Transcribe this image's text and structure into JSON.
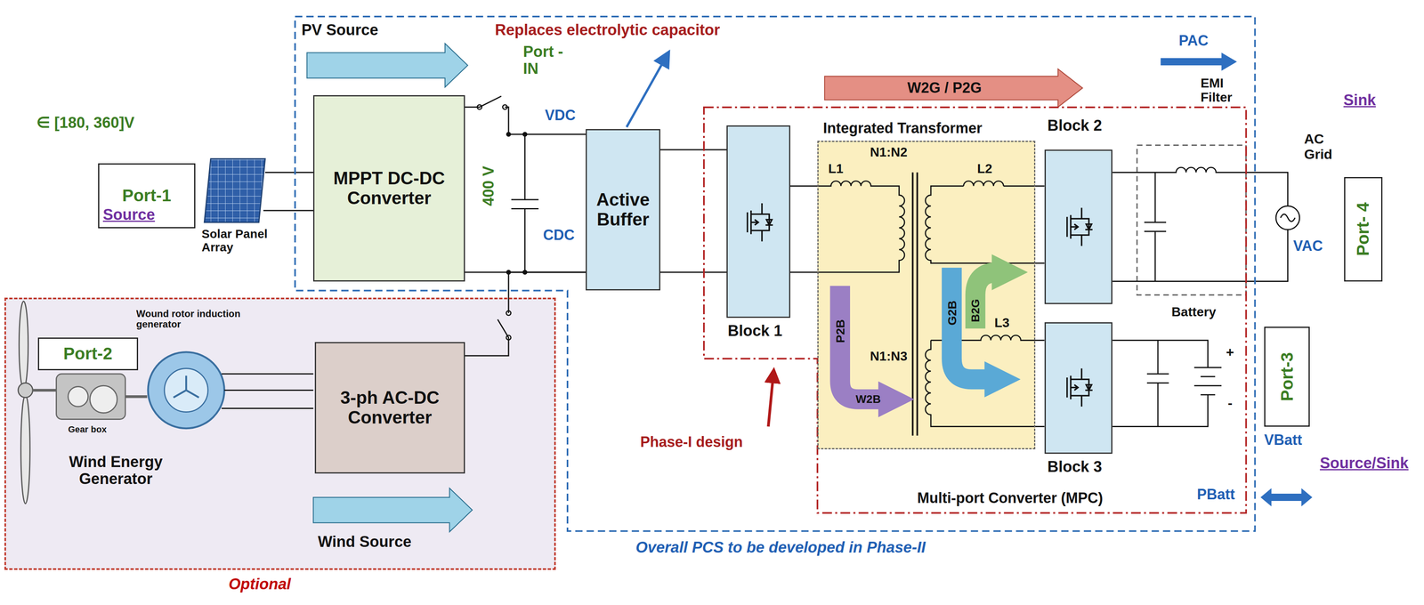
{
  "diagram": {
    "nodes": [
      {
        "text": [
          "Port-1",
          "Source"
        ]
      },
      {
        "text": [
          "Overall PCS to be developed in Phase-II"
        ]
      },
      {
        "text": [
          "MPPT DC-DC Converter"
        ],
        "in": 1
      },
      {
        "text": [
          "Active Buffer"
        ],
        "in": 1
      },
      {
        "text": [
          "Multi-port Converter (MPC)"
        ],
        "in": 1
      },
      {
        "text": [
          "Block 1"
        ],
        "in": 4
      },
      {
        "text": [
          "Integrated Transformer"
        ],
        "in": 4
      },
      {
        "text": [
          "Block 2"
        ],
        "in": 4
      },
      {
        "text": [
          "Block 3"
        ],
        "in": 4
      },
      {
        "text": [
          "Port- 4",
          "Sink"
        ]
      },
      {
        "text": [
          "Port-3",
          "Source/Sink"
        ]
      },
      {
        "text": [
          "Optional"
        ]
      },
      {
        "text": [
          "Port-2"
        ],
        "in": 11
      },
      {
        "text": [
          "3-ph AC-DC Converter"
        ],
        "in": 11
      }
    ],
    "edges": [
      {
        "from": 2,
        "to": 3,
        "arrow": "none"
      },
      {
        "from": 13,
        "to": 3,
        "arrow": "none"
      },
      {
        "from": 3,
        "to": 5,
        "arrow": "none"
      },
      {
        "from": 5,
        "to": 6,
        "arrow": "none"
      },
      {
        "from": 6,
        "to": 7,
        "arrow": "none"
      },
      {
        "from": 6,
        "to": 8,
        "arrow": "none"
      }
    ],
    "labels": [
      "PV Source",
      "Replaces electrolytic capacitor",
      "∈ [180, 360]V",
      "Solar Panel Array",
      "400 V",
      "Port -IN",
      "VDC",
      "CDC",
      "W2G / P2G",
      "L1",
      "N1:N2",
      "L2",
      "P2B",
      "W2B",
      "G2B",
      "B2G",
      "L3",
      "N1:N3",
      "PAC",
      "EMI Filter",
      "AC Grid",
      "VAC",
      "Battery",
      "+",
      "-",
      "VBatt",
      "PBatt",
      "Phase-I design",
      "Wound rotor induction generator",
      "Gear box",
      "Wind Energy Generator",
      "Wind Source"
    ]
  }
}
